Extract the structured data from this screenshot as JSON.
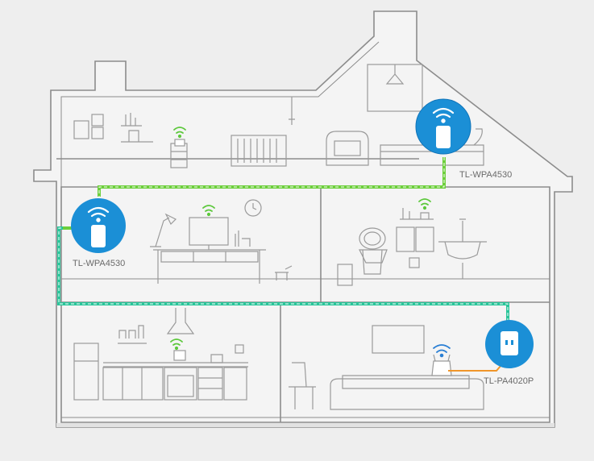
{
  "devices": [
    {
      "id": "attic",
      "label": "TL-WPA4530",
      "icon": "wifi-extender-icon",
      "color": "#1b8fd6"
    },
    {
      "id": "study",
      "label": "TL-WPA4530",
      "icon": "wifi-extender-icon",
      "color": "#1b8fd6"
    },
    {
      "id": "living",
      "label": "TL-PA4020P",
      "icon": "powerline-adapter-icon",
      "color": "#1b8fd6"
    }
  ],
  "colors": {
    "house_outline": "#8c8c8c",
    "wall_fill": "#f4f4f4",
    "wifi_green": "#5cc83b",
    "wifi_blue": "#2a7fd4",
    "link_green": "#6dcf3c",
    "link_teal": "#2bc59a",
    "ethernet_orange": "#f0962a",
    "furniture": "#9a9a9a"
  }
}
